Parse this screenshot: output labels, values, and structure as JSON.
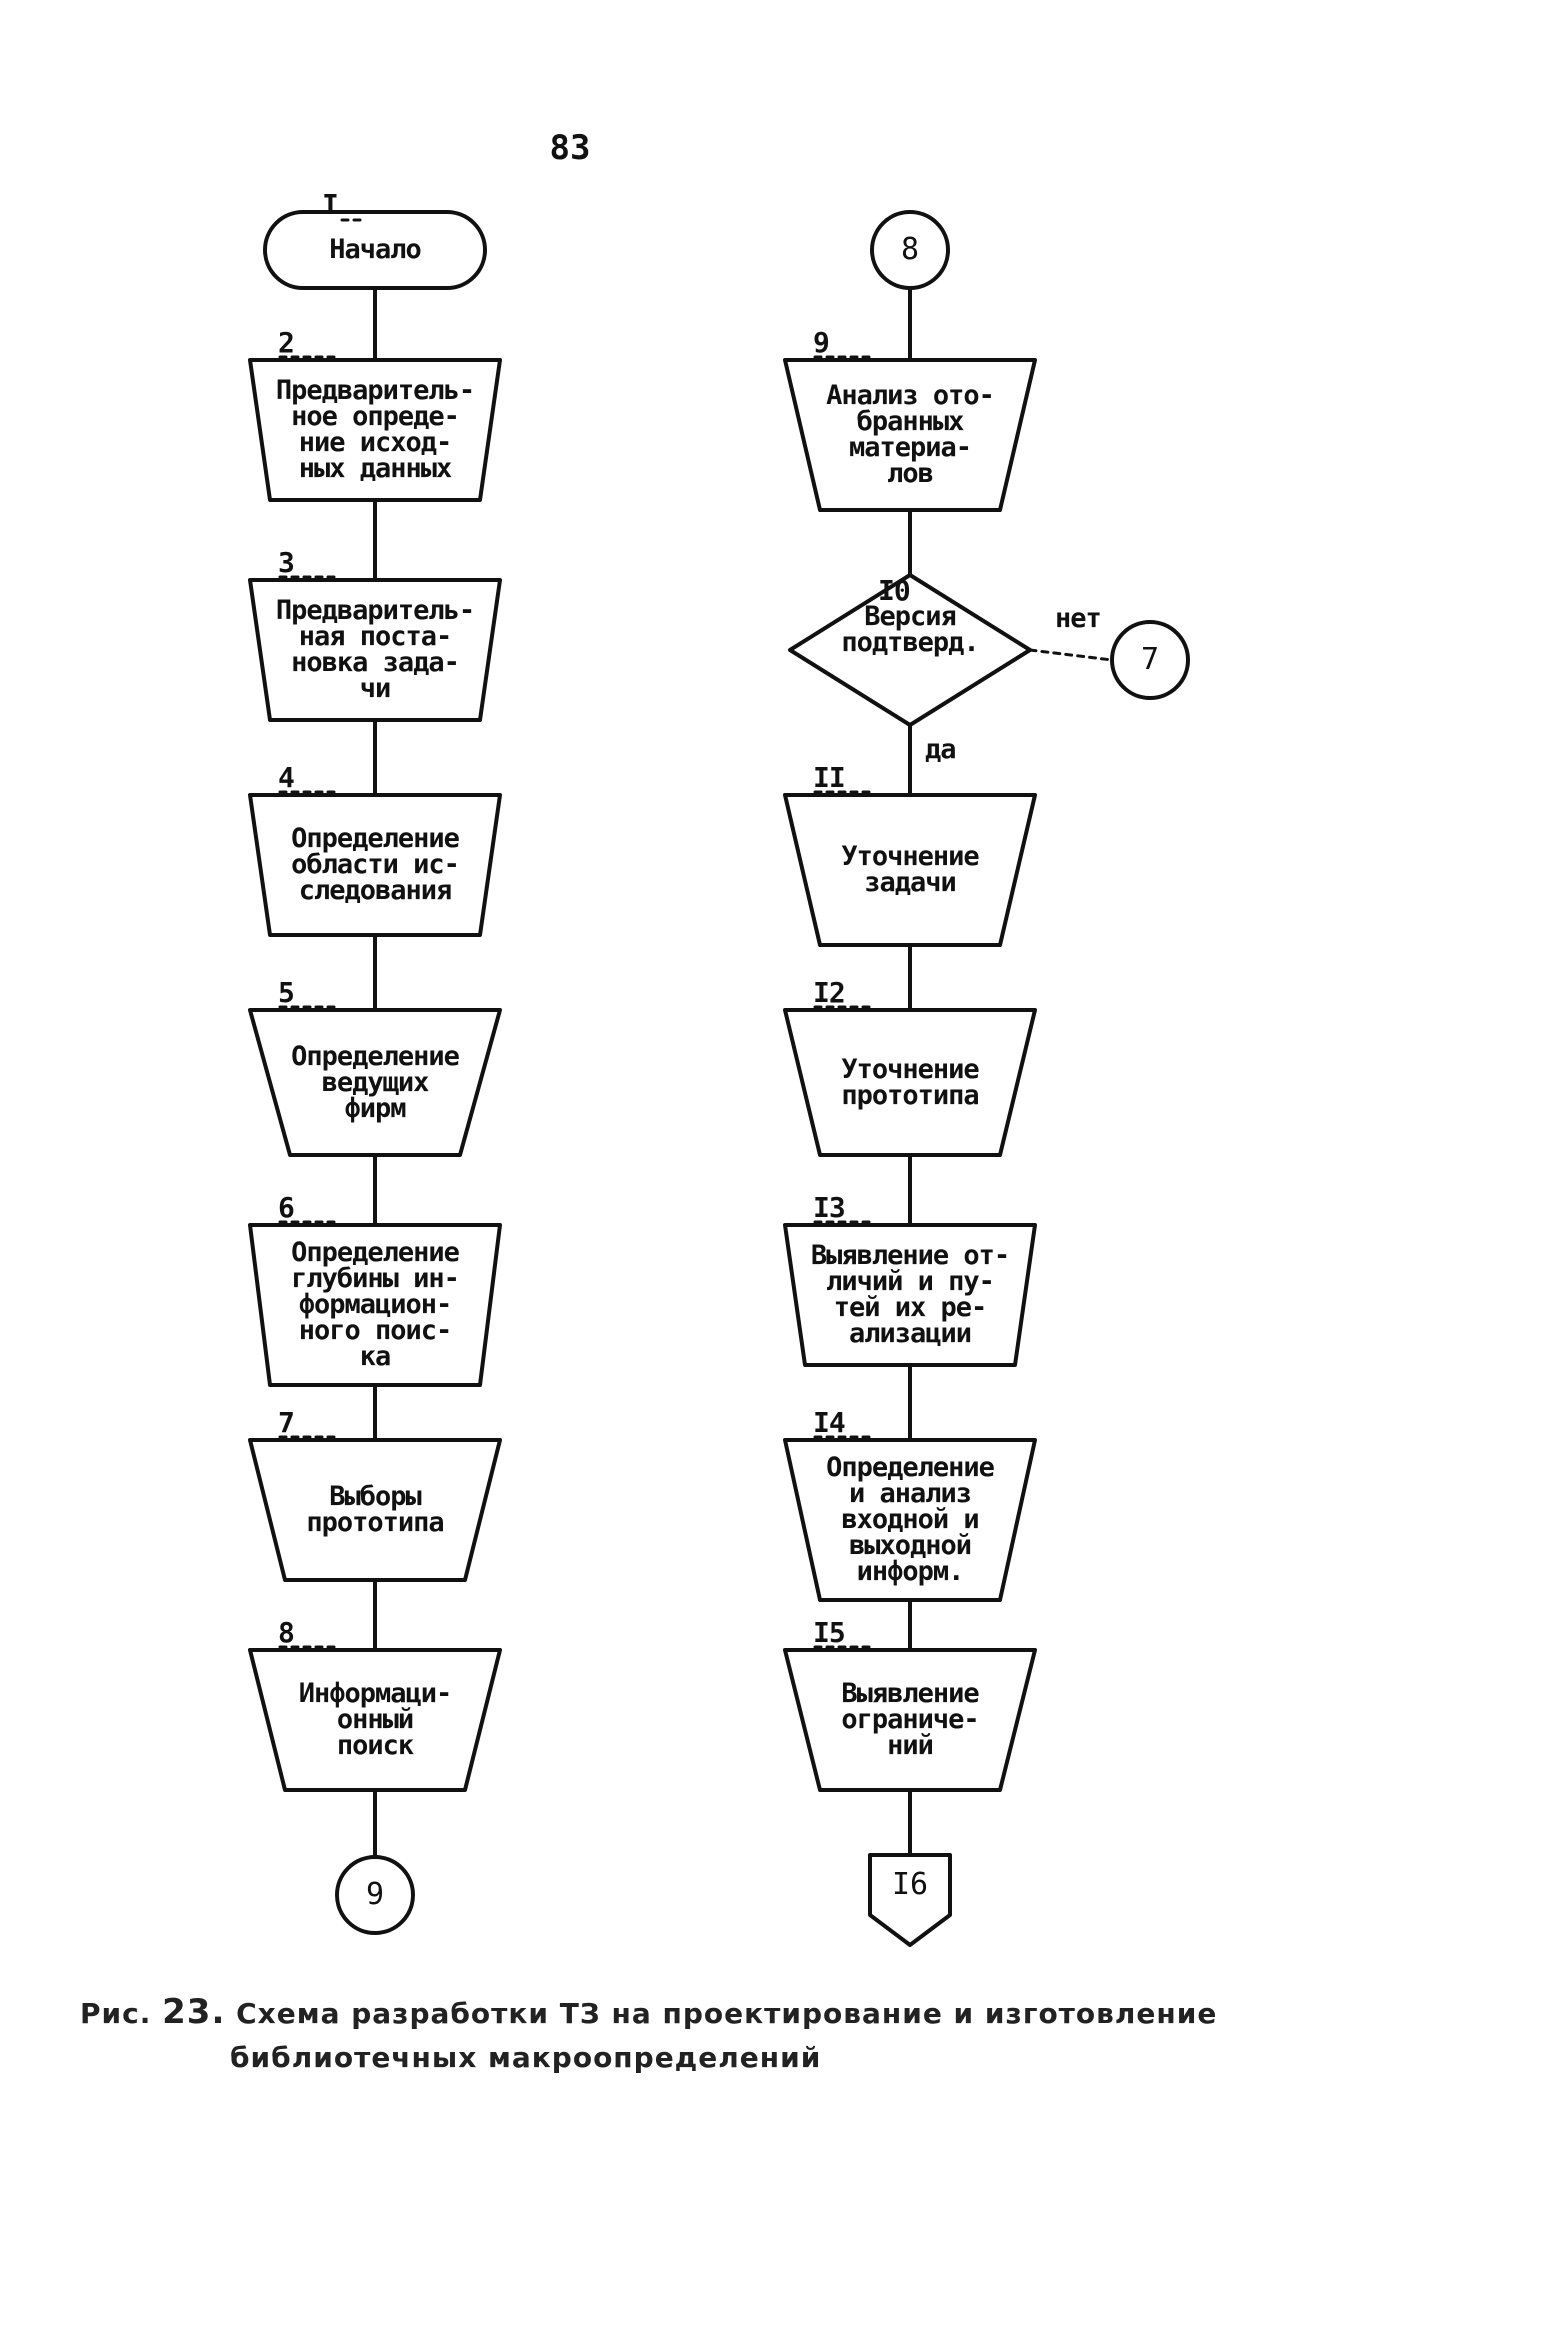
{
  "page_number": "83",
  "nodes": [
    {
      "id": "1",
      "number": "I",
      "label": "Начало",
      "shape": "terminal"
    },
    {
      "id": "2",
      "number": "2",
      "label": "Предваритель-\nное опреде-\nние исход-\nных данных",
      "shape": "trapezoid"
    },
    {
      "id": "3",
      "number": "3",
      "label": "Предваритель-\nная поста-\nновка зада-\nчи",
      "shape": "trapezoid"
    },
    {
      "id": "4",
      "number": "4",
      "label": "Определение\nобласти ис-\nследования",
      "shape": "trapezoid"
    },
    {
      "id": "5",
      "number": "5",
      "label": "Определение\nведущих\nфирм",
      "shape": "trapezoid"
    },
    {
      "id": "6",
      "number": "6",
      "label": "Определение\nглубины ин-\nформацион-\nного поис-\nка",
      "shape": "trapezoid"
    },
    {
      "id": "7",
      "number": "7",
      "label": "Выборы\nпрототипа",
      "shape": "trapezoid"
    },
    {
      "id": "8",
      "number": "8",
      "label": "Информаци-\nонный\nпоиск",
      "shape": "trapezoid"
    },
    {
      "id": "9",
      "number": "9",
      "label": "Анализ ото-\nбранных\nматериа-\nлов",
      "shape": "trapezoid"
    },
    {
      "id": "10",
      "number": "I0",
      "label": "Версия\nподтверд.",
      "shape": "decision"
    },
    {
      "id": "11",
      "number": "II",
      "label": "Уточнение\nзадачи",
      "shape": "trapezoid"
    },
    {
      "id": "12",
      "number": "I2",
      "label": "Уточнение\nпрототипа",
      "shape": "trapezoid"
    },
    {
      "id": "13",
      "number": "I3",
      "label": "Выявление от-\nличий и пу-\nтей их ре-\nализации",
      "shape": "trapezoid"
    },
    {
      "id": "14",
      "number": "I4",
      "label": "Определение\nи анализ\nвходной и\nвыходной\nинформ.",
      "shape": "trapezoid"
    },
    {
      "id": "15",
      "number": "I5",
      "label": "Выявление\nограниче-\nний",
      "shape": "trapezoid"
    }
  ],
  "connectors": [
    {
      "id": "c-bottom-left",
      "label": "9",
      "shape": "circle"
    },
    {
      "id": "c-top-right",
      "label": "8",
      "shape": "circle"
    },
    {
      "id": "c-no-target",
      "label": "7",
      "shape": "circle"
    },
    {
      "id": "c-offpage",
      "label": "I6",
      "shape": "offpage"
    }
  ],
  "edges": [
    {
      "from": "1",
      "to": "2"
    },
    {
      "from": "2",
      "to": "3"
    },
    {
      "from": "3",
      "to": "4"
    },
    {
      "from": "4",
      "to": "5"
    },
    {
      "from": "5",
      "to": "6"
    },
    {
      "from": "6",
      "to": "7"
    },
    {
      "from": "7",
      "to": "8"
    },
    {
      "from": "8",
      "to": "c-bottom-left"
    },
    {
      "from": "c-top-right",
      "to": "9"
    },
    {
      "from": "9",
      "to": "10"
    },
    {
      "from": "10",
      "to": "11",
      "label": "да"
    },
    {
      "from": "10",
      "to": "c-no-target",
      "label": "нет"
    },
    {
      "from": "11",
      "to": "12"
    },
    {
      "from": "12",
      "to": "13"
    },
    {
      "from": "13",
      "to": "14"
    },
    {
      "from": "14",
      "to": "15"
    },
    {
      "from": "15",
      "to": "c-offpage"
    }
  ],
  "caption": {
    "prefix": "Рис.",
    "figure_number": "23.",
    "line1": "Схема разработки ТЗ на проектирование и изготовление",
    "line2": "библиотечных макроопределений"
  }
}
